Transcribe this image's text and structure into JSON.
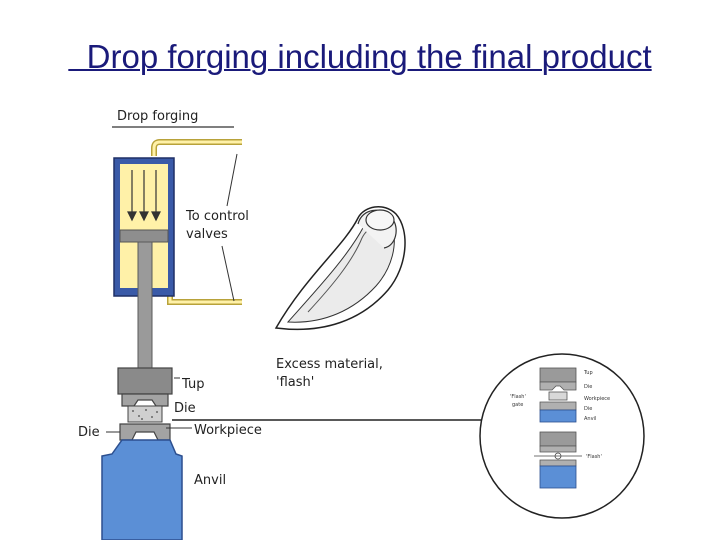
{
  "title": "  Drop forging including the final product",
  "figure": {
    "heading": "Drop forging",
    "labels": {
      "to_control_valves_1": "To control",
      "to_control_valves_2": "valves",
      "excess_material_1": "Excess material,",
      "excess_material_2": "'flash'",
      "tup": "Tup",
      "die_right": "Die",
      "die_left": "Die",
      "workpiece": "Workpiece",
      "anvil": "Anvil"
    },
    "inset": {
      "tup": "Tup",
      "die_top": "Die",
      "workpiece": "Workpiece",
      "die_bottom": "Die",
      "anvil": "Anvil",
      "flash_gate_1": "'Flash'",
      "flash_gate_2": "gate",
      "flash": "'Flash'"
    },
    "colors": {
      "cylinder_fill": "#fff1a8",
      "cylinder_outline": "#3a5aa8",
      "anvil_blue": "#5b8fd6",
      "metal_gray": "#9a9a9a"
    }
  }
}
